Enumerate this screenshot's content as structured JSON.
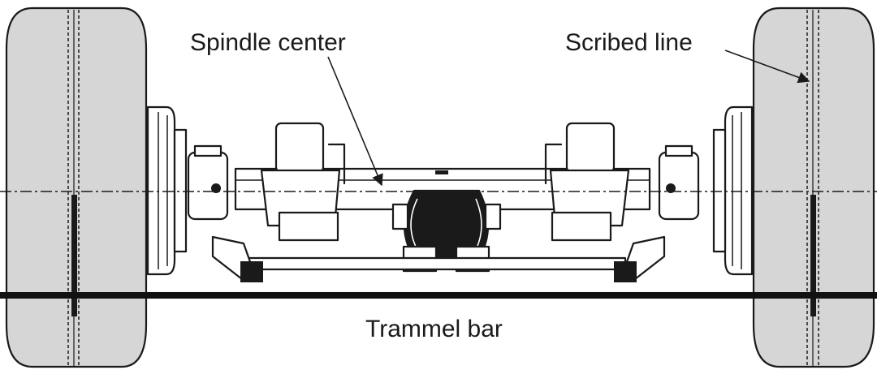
{
  "diagram": {
    "labels": {
      "spindle_center": "Spindle center",
      "scribed_line": "Scribed line",
      "trammel_bar": "Trammel bar"
    },
    "colors": {
      "tire_fill": "#d6d6d6",
      "part_fill": "#ffffff",
      "ink": "#1a1a1a",
      "bar": "#111111"
    }
  }
}
